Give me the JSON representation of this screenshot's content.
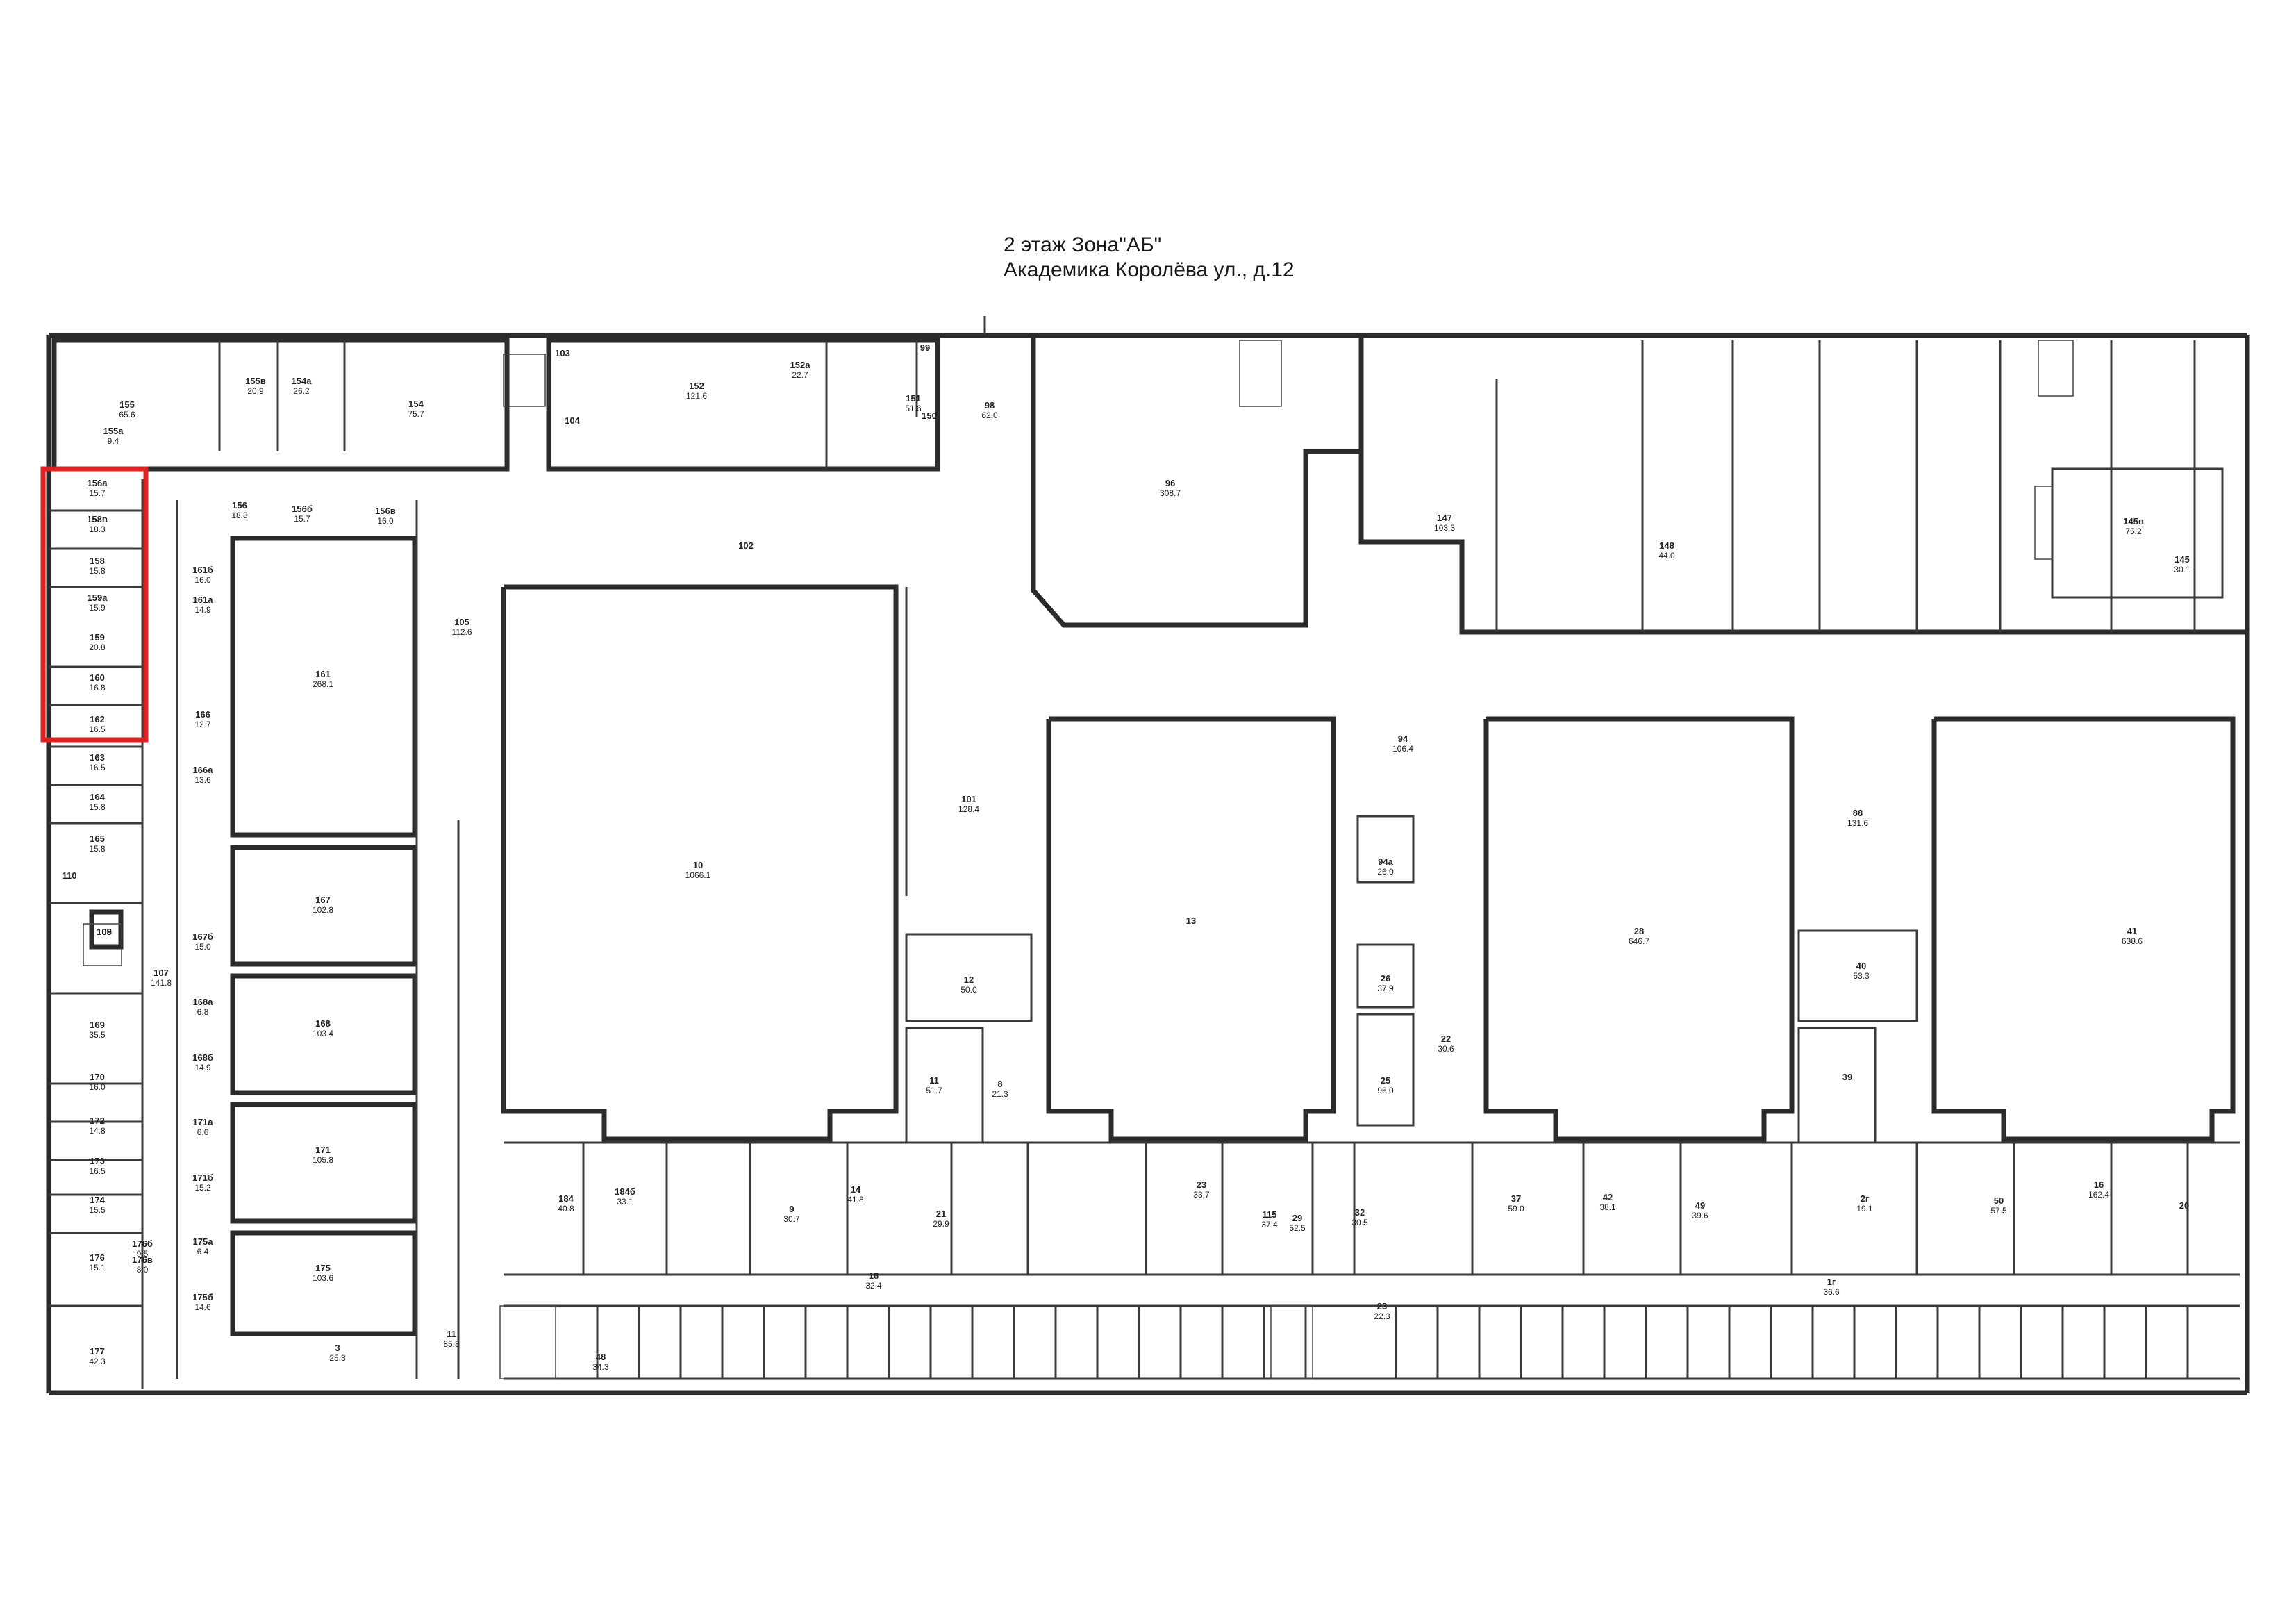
{
  "header": {
    "floor_zone": "2 этаж  Зона\"АБ\"",
    "address": "Академика Королёва ул., д.12"
  },
  "highlight": {
    "color": "#e02020",
    "rooms": [
      "156а",
      "158в",
      "158",
      "159а",
      "159",
      "160",
      "162"
    ]
  },
  "rooms": [
    {
      "id": "155",
      "area": "65.6"
    },
    {
      "id": "155а",
      "area": "9.4"
    },
    {
      "id": "155в",
      "area": "20.9"
    },
    {
      "id": "154а",
      "area": "26.2"
    },
    {
      "id": "154",
      "area": "75.7"
    },
    {
      "id": "152",
      "area": "121.6"
    },
    {
      "id": "152а",
      "area": "22.7"
    },
    {
      "id": "151",
      "area": "51.6"
    },
    {
      "id": "98",
      "area": "62.0"
    },
    {
      "id": "99",
      "area": ""
    },
    {
      "id": "150",
      "area": ""
    },
    {
      "id": "104",
      "area": ""
    },
    {
      "id": "103",
      "area": ""
    },
    {
      "id": "102",
      "area": ""
    },
    {
      "id": "156а",
      "area": "15.7"
    },
    {
      "id": "158в",
      "area": "18.3"
    },
    {
      "id": "158",
      "area": "15.8"
    },
    {
      "id": "159а",
      "area": "15.9"
    },
    {
      "id": "159",
      "area": "20.8"
    },
    {
      "id": "160",
      "area": "16.8"
    },
    {
      "id": "162",
      "area": "16.5"
    },
    {
      "id": "163",
      "area": "16.5"
    },
    {
      "id": "164",
      "area": "15.8"
    },
    {
      "id": "165",
      "area": "15.8"
    },
    {
      "id": "110",
      "area": ""
    },
    {
      "id": "109",
      "area": ""
    },
    {
      "id": "108",
      "area": ""
    },
    {
      "id": "169",
      "area": "35.5"
    },
    {
      "id": "170",
      "area": "16.0"
    },
    {
      "id": "172",
      "area": "14.8"
    },
    {
      "id": "173",
      "area": "16.5"
    },
    {
      "id": "174",
      "area": "15.5"
    },
    {
      "id": "176",
      "area": "15.1"
    },
    {
      "id": "176б",
      "area": "9.5"
    },
    {
      "id": "176в",
      "area": "8.0"
    },
    {
      "id": "177",
      "area": "42.3"
    },
    {
      "id": "107",
      "area": "141.8"
    },
    {
      "id": "156",
      "area": "18.8"
    },
    {
      "id": "156б",
      "area": "15.7"
    },
    {
      "id": "156в",
      "area": "16.0"
    },
    {
      "id": "161",
      "area": "268.1"
    },
    {
      "id": "161а",
      "area": "14.9"
    },
    {
      "id": "161б",
      "area": "16.0"
    },
    {
      "id": "166",
      "area": "12.7"
    },
    {
      "id": "166а",
      "area": "13.6"
    },
    {
      "id": "167",
      "area": "102.8"
    },
    {
      "id": "167б",
      "area": "15.0"
    },
    {
      "id": "168",
      "area": "103.4"
    },
    {
      "id": "168а",
      "area": "6.8"
    },
    {
      "id": "168б",
      "area": "14.9"
    },
    {
      "id": "171",
      "area": "105.8"
    },
    {
      "id": "171а",
      "area": "6.6"
    },
    {
      "id": "171б",
      "area": "15.2"
    },
    {
      "id": "175",
      "area": "103.6"
    },
    {
      "id": "175а",
      "area": "6.4"
    },
    {
      "id": "175б",
      "area": "14.6"
    },
    {
      "id": "105",
      "area": "112.6"
    },
    {
      "id": "10",
      "area": "1066.1"
    },
    {
      "id": "101",
      "area": "128.4"
    },
    {
      "id": "12",
      "area": "50.0"
    },
    {
      "id": "11",
      "area": "51.7"
    },
    {
      "id": "8",
      "area": "21.3"
    },
    {
      "id": "13",
      "area": ""
    },
    {
      "id": "94",
      "area": "106.4"
    },
    {
      "id": "94а",
      "area": "26.0"
    },
    {
      "id": "26",
      "area": "37.9"
    },
    {
      "id": "25",
      "area": "96.0"
    },
    {
      "id": "22",
      "area": "30.6"
    },
    {
      "id": "28",
      "area": "646.7"
    },
    {
      "id": "88",
      "area": "131.6"
    },
    {
      "id": "40",
      "area": "53.3"
    },
    {
      "id": "39",
      "area": ""
    },
    {
      "id": "41",
      "area": "638.6"
    },
    {
      "id": "96",
      "area": "308.7"
    },
    {
      "id": "147",
      "area": "103.3"
    },
    {
      "id": "148",
      "area": "44.0"
    },
    {
      "id": "145в",
      "area": "75.2"
    },
    {
      "id": "145",
      "area": "30.1"
    },
    {
      "id": "184",
      "area": "40.8"
    },
    {
      "id": "184б",
      "area": "33.1"
    },
    {
      "id": "9",
      "area": "30.7"
    },
    {
      "id": "14",
      "area": "41.8"
    },
    {
      "id": "21",
      "area": "29.9"
    },
    {
      "id": "23",
      "area": "33.7"
    },
    {
      "id": "115",
      "area": "37.4"
    },
    {
      "id": "29",
      "area": "52.5"
    },
    {
      "id": "32",
      "area": "30.5"
    },
    {
      "id": "37",
      "area": "59.0"
    },
    {
      "id": "42",
      "area": "38.1"
    },
    {
      "id": "49",
      "area": "39.6"
    },
    {
      "id": "50",
      "area": "57.5"
    },
    {
      "id": "16",
      "area": "162.4"
    },
    {
      "id": "20",
      "area": ""
    },
    {
      "id": "18",
      "area": "32.4"
    },
    {
      "id": "1г",
      "area": "36.6"
    },
    {
      "id": "2г",
      "area": "19.1"
    },
    {
      "id": "3",
      "area": "25.3"
    },
    {
      "id": "11",
      "area": "85.8"
    },
    {
      "id": "48",
      "area": "34.3"
    },
    {
      "id": "23",
      "area": "22.3"
    }
  ]
}
